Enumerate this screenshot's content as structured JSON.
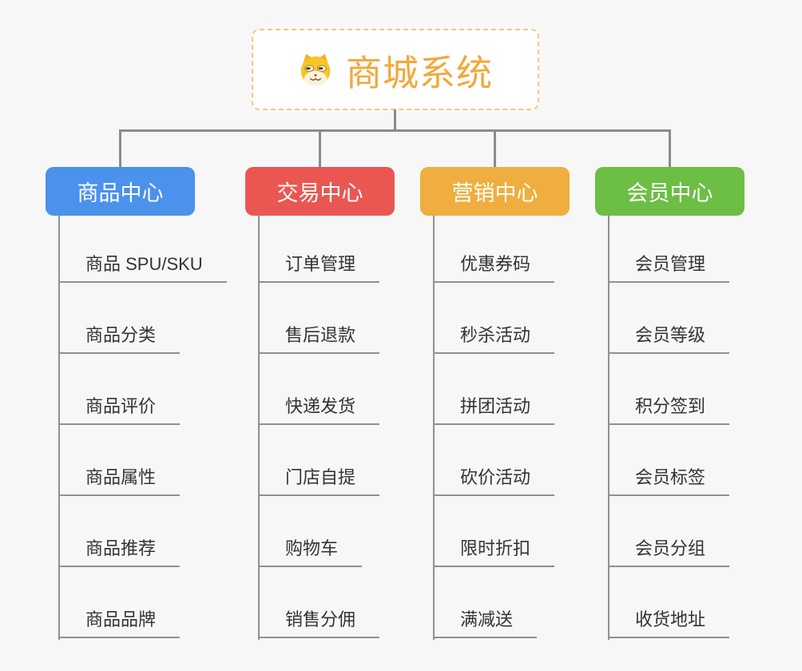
{
  "root": {
    "title": "商城系统",
    "icon": "dog-face"
  },
  "theme": {
    "background": "#f7f7f7",
    "connector": "#8b8b8b",
    "line": "#909090",
    "leaf_text": "#333333",
    "root_border": "#f6c97c",
    "root_title": "#f2a83b",
    "node_text": "#ffffff"
  },
  "branches": [
    {
      "label": "商品中心",
      "color": "#4a92ec",
      "children": [
        "商品 SPU/SKU",
        "商品分类",
        "商品评价",
        "商品属性",
        "商品推荐",
        "商品品牌"
      ]
    },
    {
      "label": "交易中心",
      "color": "#ea5752",
      "children": [
        "订单管理",
        "售后退款",
        "快递发货",
        "门店自提",
        "购物车",
        "销售分佣"
      ]
    },
    {
      "label": "营销中心",
      "color": "#efae3f",
      "children": [
        "优惠券码",
        "秒杀活动",
        "拼团活动",
        "砍价活动",
        "限时折扣",
        "满减送"
      ]
    },
    {
      "label": "会员中心",
      "color": "#6cbe45",
      "children": [
        "会员管理",
        "会员等级",
        "积分签到",
        "会员标签",
        "会员分组",
        "收货地址"
      ]
    }
  ]
}
